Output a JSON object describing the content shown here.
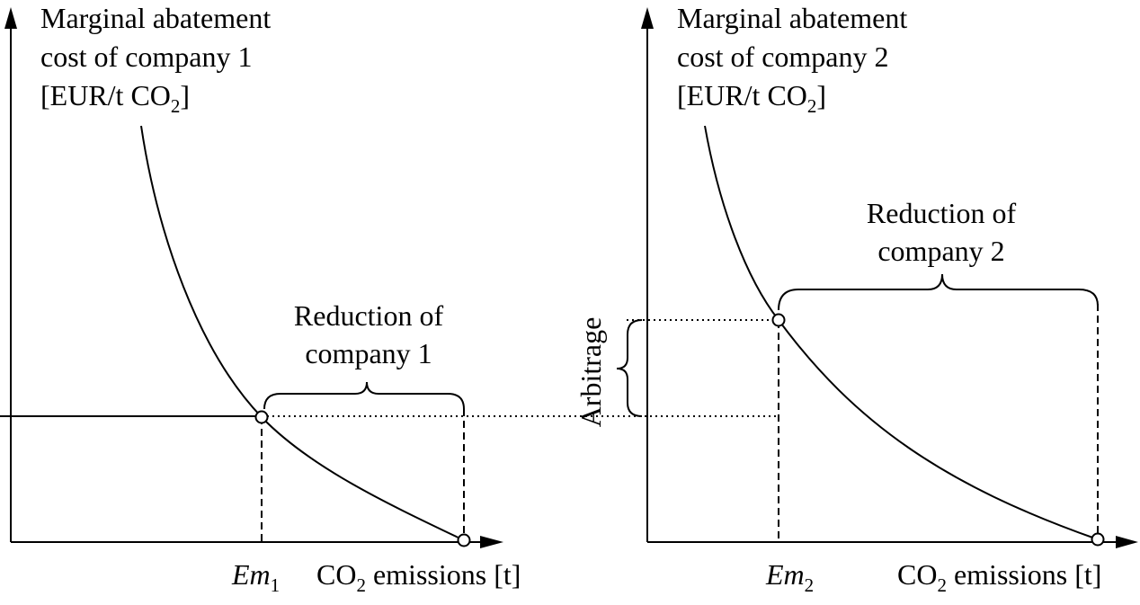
{
  "panel1": {
    "ylabel": [
      "Marginal abatement",
      "cost of company 1",
      "[EUR/t CO",
      "2",
      "]"
    ],
    "xlabel": [
      "CO",
      "2",
      " emissions [t]"
    ],
    "em_label": [
      "Em",
      "1"
    ],
    "reduction_label": [
      "Reduction of",
      "company 1"
    ]
  },
  "panel2": {
    "ylabel": [
      "Marginal abatement",
      "cost of company 2",
      "[EUR/t CO",
      "2",
      "]"
    ],
    "xlabel": [
      "CO",
      "2",
      " emissions [t]"
    ],
    "em_label": [
      "Em",
      "2"
    ],
    "reduction_label": [
      "Reduction of",
      "company 2"
    ]
  },
  "arbitrage_label": "Arbitrage"
}
